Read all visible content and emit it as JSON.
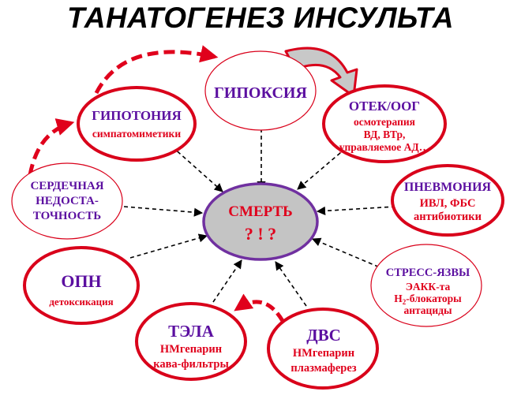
{
  "title": "ТАНАТОГЕНЕЗ ИНСУЛЬТА",
  "colors": {
    "node_border": "#d9001a",
    "death_fill": "#c4c4c4",
    "death_border": "#7030a0",
    "heading_purple": "#5b0fa0",
    "red_text": "#e0001c",
    "arrow": "#000000"
  },
  "center": {
    "title": "СМЕРТЬ",
    "marks": "? ! ?"
  },
  "nodes": {
    "hypoxia": {
      "title": "ГИПОКСИЯ"
    },
    "hypotension": {
      "title": "ГИПОТОНИЯ",
      "treatment": "симпатомиметики"
    },
    "edema": {
      "title": "ОТЕК/ООГ",
      "line1": "осмотерапия",
      "line2": "ВД, ВТр,",
      "line3": "управляемое АД…"
    },
    "heart_failure": {
      "line1": "СЕРДЕЧНАЯ",
      "line2": "НЕДОСТА-",
      "line3": "ТОЧНОСТЬ"
    },
    "pneumonia": {
      "title": "ПНЕВМОНИЯ",
      "line1": "ИВЛ, ФБС",
      "line2": "антибиотики"
    },
    "opn": {
      "title": "ОПН",
      "treatment": "детоксикация"
    },
    "stress_ulcers": {
      "title": "СТРЕСС-ЯЗВЫ",
      "line1": "ЭАКК-та",
      "line2_pre": "Н",
      "line2_sub": "2",
      "line2_post": "-блокаторы",
      "line3": "антациды"
    },
    "tela": {
      "title": "ТЭЛА",
      "line1": "НМгепарин",
      "line2": "кава-фильтры"
    },
    "dvs": {
      "title": "ДВС",
      "line1": "НМгепарин",
      "line2": "плазмаферез"
    }
  }
}
